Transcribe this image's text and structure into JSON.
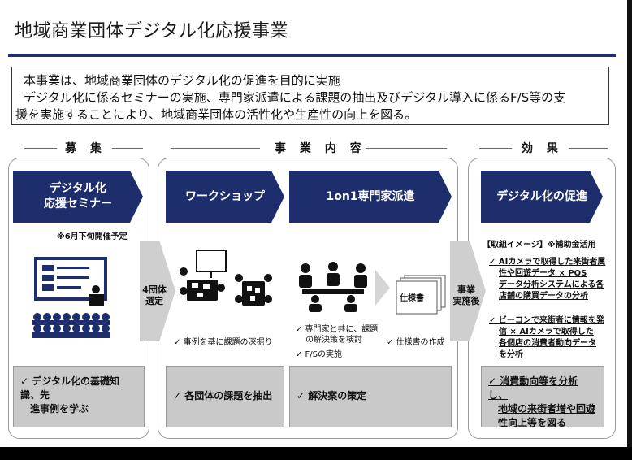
{
  "title": "地域商業団体デジタル化応援事業",
  "summary": {
    "line1": "本事業は、地域商業団体のデジタル化の促進を目的に実施",
    "line2": "デジタル化に係るセミナーの実施、専門家派遣による課題の抽出及びデジタル導入に係るF/S等の支",
    "line3": "援を実施することにより、地域商業団体の活性化や生産性の向上を図る。"
  },
  "sections": {
    "recruit": "募 集",
    "content": "事 業 内 容",
    "effect": "効 果"
  },
  "recruit": {
    "banner_line1": "デジタル化",
    "banner_line2": "応援セミナー",
    "note": "※6月下旬開催予定",
    "box_line1": "✓ デジタル化の基礎知識、先",
    "box_line2": "進事例を学ぶ"
  },
  "arrow1": {
    "line1": "4団体",
    "line2": "選定"
  },
  "workshop": {
    "banner": "ワークショップ",
    "bullet": "✓ 事例を基に課題の深掘り",
    "box": "✓ 各団体の課題を抽出"
  },
  "dispatch": {
    "banner": "1on1専門家派遣",
    "bullet1_line1": "✓ 専門家と共に、課題",
    "bullet1_line2": "の解決策を検討",
    "bullet2": "✓ F/Sの実施",
    "spec_label": "仕様書",
    "spec_bullet": "✓ 仕様書の作成",
    "box": "✓ 解決案の策定"
  },
  "arrow2": {
    "line1": "事業",
    "line2": "実施後"
  },
  "effect": {
    "banner": "デジタル化の促進",
    "heading": "【取組イメージ】※補助金活用",
    "item1": [
      "✓ AIカメラで取得した来街者属",
      "性や回遊データ × POS",
      "データ分析システムによる各",
      "店舗の購買データの分析"
    ],
    "item2": [
      "✓ ビーコンで来街者に情報を発",
      "信 × AIカメラで取得した",
      "各個店の消費者動向データ",
      "を分析"
    ],
    "box": [
      "✓ 消費動向等を分析し、",
      "地域の来街者増や回遊",
      "性向上等を図る"
    ]
  },
  "colors": {
    "navy": "#1e2e6c",
    "gray_box": "#c9c9c9",
    "chevron": "#cfcfcf"
  }
}
